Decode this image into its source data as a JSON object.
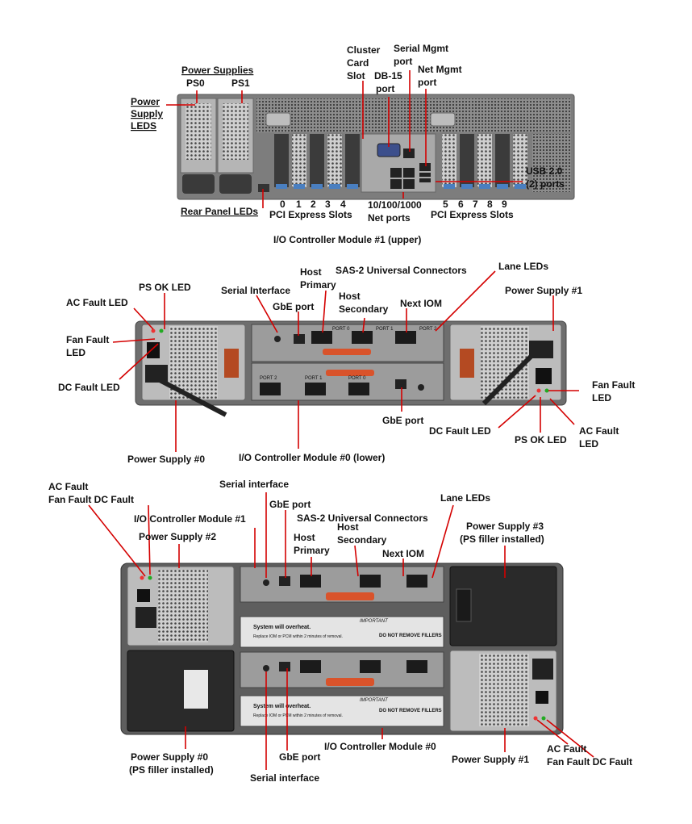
{
  "panel1": {
    "callouts": {
      "power_supplies": "Power Supplies",
      "ps0": "PS0",
      "ps1": "PS1",
      "power_supply_leds": [
        "Power",
        "Supply",
        "LEDS"
      ],
      "cluster_card_slot": [
        "Cluster",
        "Card",
        "Slot"
      ],
      "db15_port": [
        "DB-15",
        "port"
      ],
      "serial_mgmt_port": [
        "Serial Mgmt",
        "port"
      ],
      "net_mgmt_port": [
        "Net Mgmt",
        "port"
      ],
      "usb_ports": [
        "USB 2.0",
        "(2) ports"
      ],
      "slot_numbers_left": [
        "0",
        "1",
        "2",
        "3",
        "4"
      ],
      "pci_slots_left": "PCI Express Slots",
      "net_ports": [
        "10/100/1000",
        "Net ports"
      ],
      "slot_numbers_right": [
        "5",
        "6",
        "7",
        "8",
        "9"
      ],
      "pci_slots_right": "PCI Express Slots",
      "rear_panel_leds": "Rear Panel LEDs"
    },
    "caption": "I/O Controller Module #1 (upper)"
  },
  "panel2": {
    "callouts": {
      "ps_ok_led_left": "PS OK LED",
      "ac_fault_led_left": "AC Fault LED",
      "fan_fault_led_left": [
        "Fan Fault",
        "LED"
      ],
      "dc_fault_led_left": "DC Fault LED",
      "serial_interface": "Serial Interface",
      "host_primary": [
        "Host",
        "Primary"
      ],
      "gbe_port_top": "GbE port",
      "sas2_connectors": "SAS-2 Universal Connectors",
      "host_secondary": [
        "Host",
        "Secondary"
      ],
      "next_iom": "Next IOM",
      "lane_leds": "Lane LEDs",
      "power_supply_1": "Power Supply #1",
      "fan_fault_led_right": [
        "Fan Fault",
        "LED"
      ],
      "dc_fault_led_right": "DC Fault LED",
      "ps_ok_led_right": "PS OK LED",
      "ac_fault_led_right": [
        "AC Fault",
        "LED"
      ],
      "gbe_port_bottom": "GbE port",
      "power_supply_0": "Power Supply #0",
      "io_module_0": "I/O Controller Module #0  (lower)"
    },
    "port_tags": [
      "PORT 0",
      "PORT 1",
      "PORT 2",
      "PORT 2",
      "PORT 1",
      "PORT 0"
    ]
  },
  "panel3": {
    "callouts": {
      "ac_fault_tl": "AC Fault",
      "fan_fault_dc_fault_tl": "Fan Fault  DC Fault",
      "serial_interface_top": "Serial interface",
      "gbe_port_top": "GbE port",
      "io_module_1": "I/O Controller Module #1",
      "power_supply_2": "Power Supply #2",
      "sas2_connectors": "SAS-2 Universal Connectors",
      "lane_leds": "Lane LEDs",
      "host_primary": [
        "Host",
        "Primary"
      ],
      "host_secondary": [
        "Host",
        "Secondary"
      ],
      "next_iom": "Next IOM",
      "power_supply_3": [
        "Power Supply #3",
        "(PS filler installed)"
      ],
      "power_supply_0": [
        "Power Supply #0",
        "(PS filler installed)"
      ],
      "gbe_port_bottom": "GbE port",
      "serial_interface_bottom": "Serial interface",
      "io_module_0": "I/O Controller Module #0",
      "power_supply_1": "Power Supply #1",
      "ac_fault_br": "AC Fault",
      "fan_fault_dc_fault_br": "Fan Fault  DC Fault"
    },
    "filler_text": {
      "warning": "System will overheat.",
      "instruction": "Replace IOM or PCM within 2 minutes of removal.",
      "important": "IMPORTANT",
      "do_not_remove": "DO NOT REMOVE FILLERS"
    }
  },
  "colors": {
    "leader": "#d40000",
    "chassis": "#9a9a9a",
    "dark": "#2b2b2b",
    "port_accent": "#d9532b"
  }
}
